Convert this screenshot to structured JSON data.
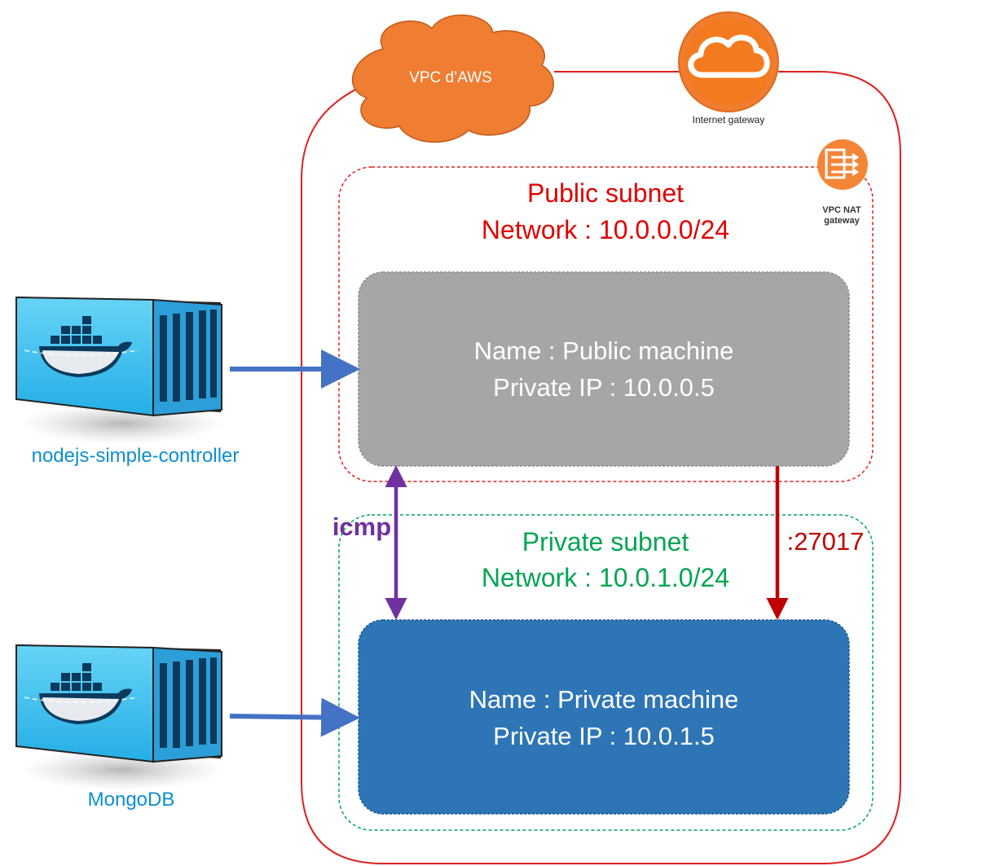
{
  "vpc": {
    "cloud_label": "VPC d’AWS",
    "internet_gateway_label": "Internet gateway",
    "nat_gateway_label_line1": "VPC NAT",
    "nat_gateway_label_line2": "gateway"
  },
  "public_subnet": {
    "title": "Public subnet",
    "network": "Network : 10.0.0.0/24",
    "machine_name": "Name : Public machine",
    "machine_ip": "Private IP : 10.0.0.5"
  },
  "private_subnet": {
    "title": "Private subnet",
    "network": "Network : 10.0.1.0/24",
    "machine_name": "Name : Private machine",
    "machine_ip": "Private IP : 10.0.1.5"
  },
  "connections": {
    "icmp_label": "icmp",
    "mongo_port_label": ":27017"
  },
  "containers": {
    "controller_label": "nodejs-simple-controller",
    "mongo_label": "MongoDB"
  },
  "colors": {
    "vpc_border": "#e02020",
    "public_text": "#e00000",
    "private_text": "#00a651",
    "cloud_orange": "#ef7d32",
    "public_machine": "#a6a6a6",
    "private_machine": "#2e75b6",
    "arrow_blue": "#4472c4",
    "icmp_purple": "#7030a0",
    "mongo_arrow": "#c00000",
    "container_label": "#0d8fd0"
  }
}
